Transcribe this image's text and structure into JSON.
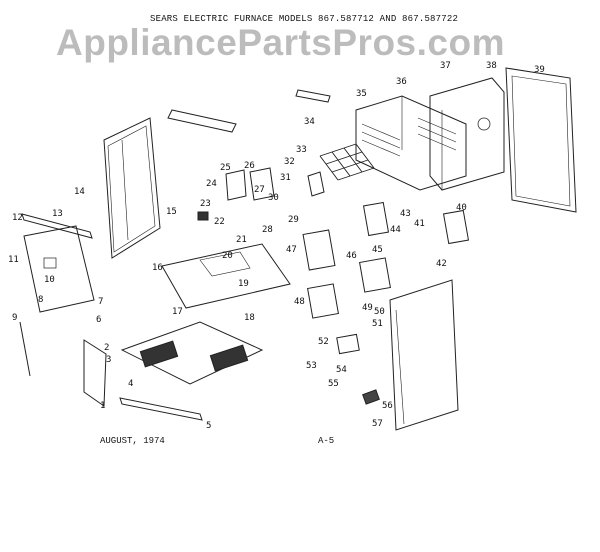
{
  "diagram": {
    "title": "SEARS ELECTRIC FURNACE MODELS 867.587712 AND 867.587722",
    "watermark": "AppliancePartsPros.com",
    "date_label": "AUGUST, 1974",
    "page_label": "A-5",
    "part_numbers": [
      "1",
      "2",
      "3",
      "4",
      "5",
      "6",
      "7",
      "8",
      "9",
      "10",
      "11",
      "12",
      "13",
      "14",
      "15",
      "16",
      "17",
      "18",
      "19",
      "20",
      "21",
      "22",
      "23",
      "24",
      "25",
      "26",
      "27",
      "28",
      "29",
      "30",
      "31",
      "32",
      "33",
      "34",
      "35",
      "36",
      "37",
      "38",
      "39",
      "40",
      "41",
      "42",
      "43",
      "44",
      "45",
      "46",
      "47",
      "48",
      "49",
      "50",
      "51",
      "52",
      "53",
      "54",
      "55",
      "56",
      "57"
    ]
  }
}
